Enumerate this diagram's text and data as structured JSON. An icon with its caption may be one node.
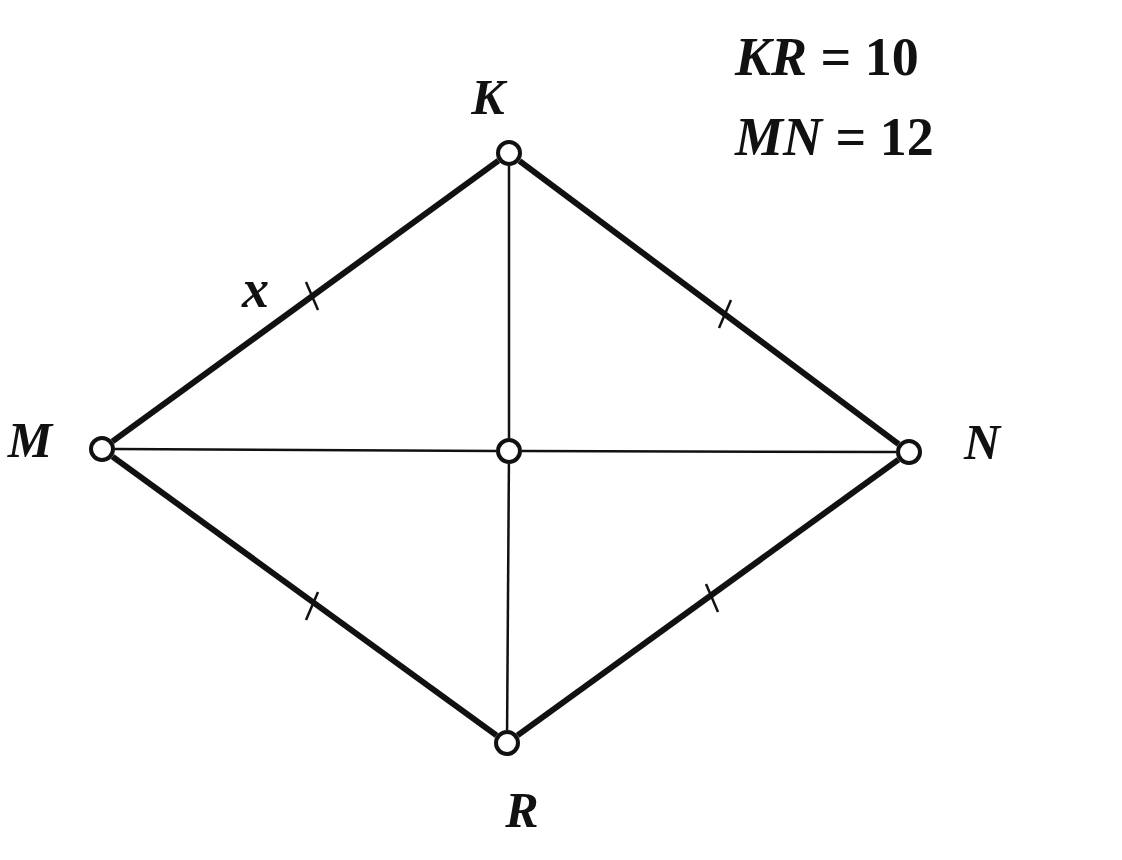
{
  "diagram": {
    "nodes": [
      {
        "text": [],
        "shape": "circle",
        "beside": [
          "K"
        ]
      },
      {
        "text": [],
        "shape": "circle",
        "beside": [
          "M"
        ]
      },
      {
        "text": [],
        "shape": "circle"
      },
      {
        "text": [],
        "shape": "circle",
        "beside": [
          "N"
        ]
      },
      {
        "text": [],
        "shape": "circle",
        "beside": [
          "R"
        ]
      }
    ],
    "edges": [
      {
        "from": 1,
        "to": 0,
        "arrow": "none",
        "style": "thick"
      },
      {
        "from": 0,
        "to": 3,
        "arrow": "none",
        "style": "thick"
      },
      {
        "from": 1,
        "to": 4,
        "arrow": "none",
        "style": "thick"
      },
      {
        "from": 4,
        "to": 3,
        "arrow": "none",
        "style": "thick"
      },
      {
        "from": 0,
        "to": 2,
        "arrow": "none"
      },
      {
        "from": 2,
        "to": 4,
        "arrow": "none"
      },
      {
        "from": 1,
        "to": 2,
        "arrow": "none"
      },
      {
        "from": 2,
        "to": 3,
        "arrow": "none"
      }
    ],
    "labels": [
      "*KR* = 10",
      "*MN* = 12",
      "x"
    ]
  }
}
